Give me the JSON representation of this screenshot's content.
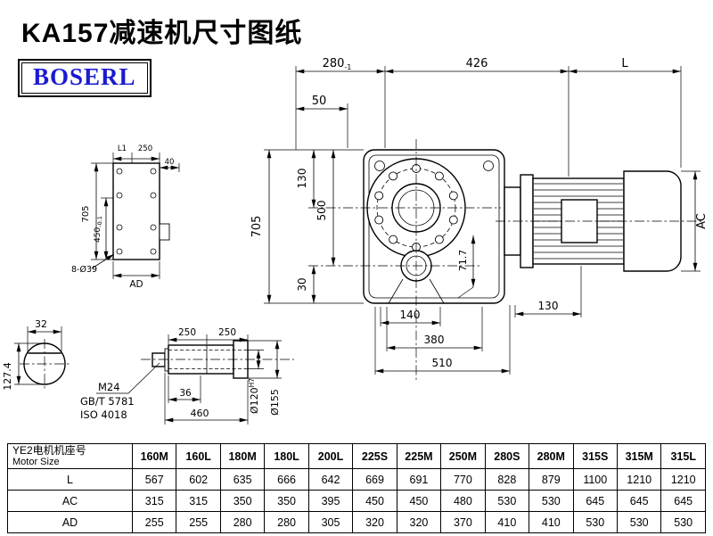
{
  "header": {
    "title": "KA157减速机尺寸图纸",
    "logo": "BOSERL"
  },
  "dims": {
    "d280": "280",
    "d280_tol": "-1",
    "d426": "426",
    "dL": "L",
    "d50": "50",
    "d705": "705",
    "d130_top": "130",
    "d500": "500",
    "d30": "30",
    "d71_7": "71.7",
    "d140": "140",
    "d380": "380",
    "d510": "510",
    "d130_right": "130",
    "dAC": "AC"
  },
  "side_view": {
    "dL1": "L1",
    "d250": "250",
    "d40": "40",
    "d705": "705",
    "d450": "450",
    "d450_tol": "-0.1",
    "holes": "8-Ø39",
    "dAD": "AD"
  },
  "shaft": {
    "d32": "32",
    "d127_4": "127.4",
    "d250a": "250",
    "d250b": "250",
    "bolt": "M24",
    "std1": "GB/T 5781",
    "std2": "ISO 4018",
    "d36": "36",
    "d460": "460",
    "d120": "Ø120",
    "d120_fit": "H7",
    "d155": "Ø155"
  },
  "table": {
    "header_cn": "YE2电机机座号",
    "header_en": "Motor Size",
    "columns": [
      "160M",
      "160L",
      "180M",
      "180L",
      "200L",
      "225S",
      "225M",
      "250M",
      "280S",
      "280M",
      "315S",
      "315M",
      "315L"
    ],
    "rows": [
      {
        "label": "L",
        "values": [
          "567",
          "602",
          "635",
          "666",
          "642",
          "669",
          "691",
          "770",
          "828",
          "879",
          "1100",
          "1210",
          "1210"
        ]
      },
      {
        "label": "AC",
        "values": [
          "315",
          "315",
          "350",
          "350",
          "395",
          "450",
          "450",
          "480",
          "530",
          "530",
          "645",
          "645",
          "645"
        ]
      },
      {
        "label": "AD",
        "values": [
          "255",
          "255",
          "280",
          "280",
          "305",
          "320",
          "320",
          "370",
          "410",
          "410",
          "530",
          "530",
          "530"
        ]
      }
    ]
  }
}
